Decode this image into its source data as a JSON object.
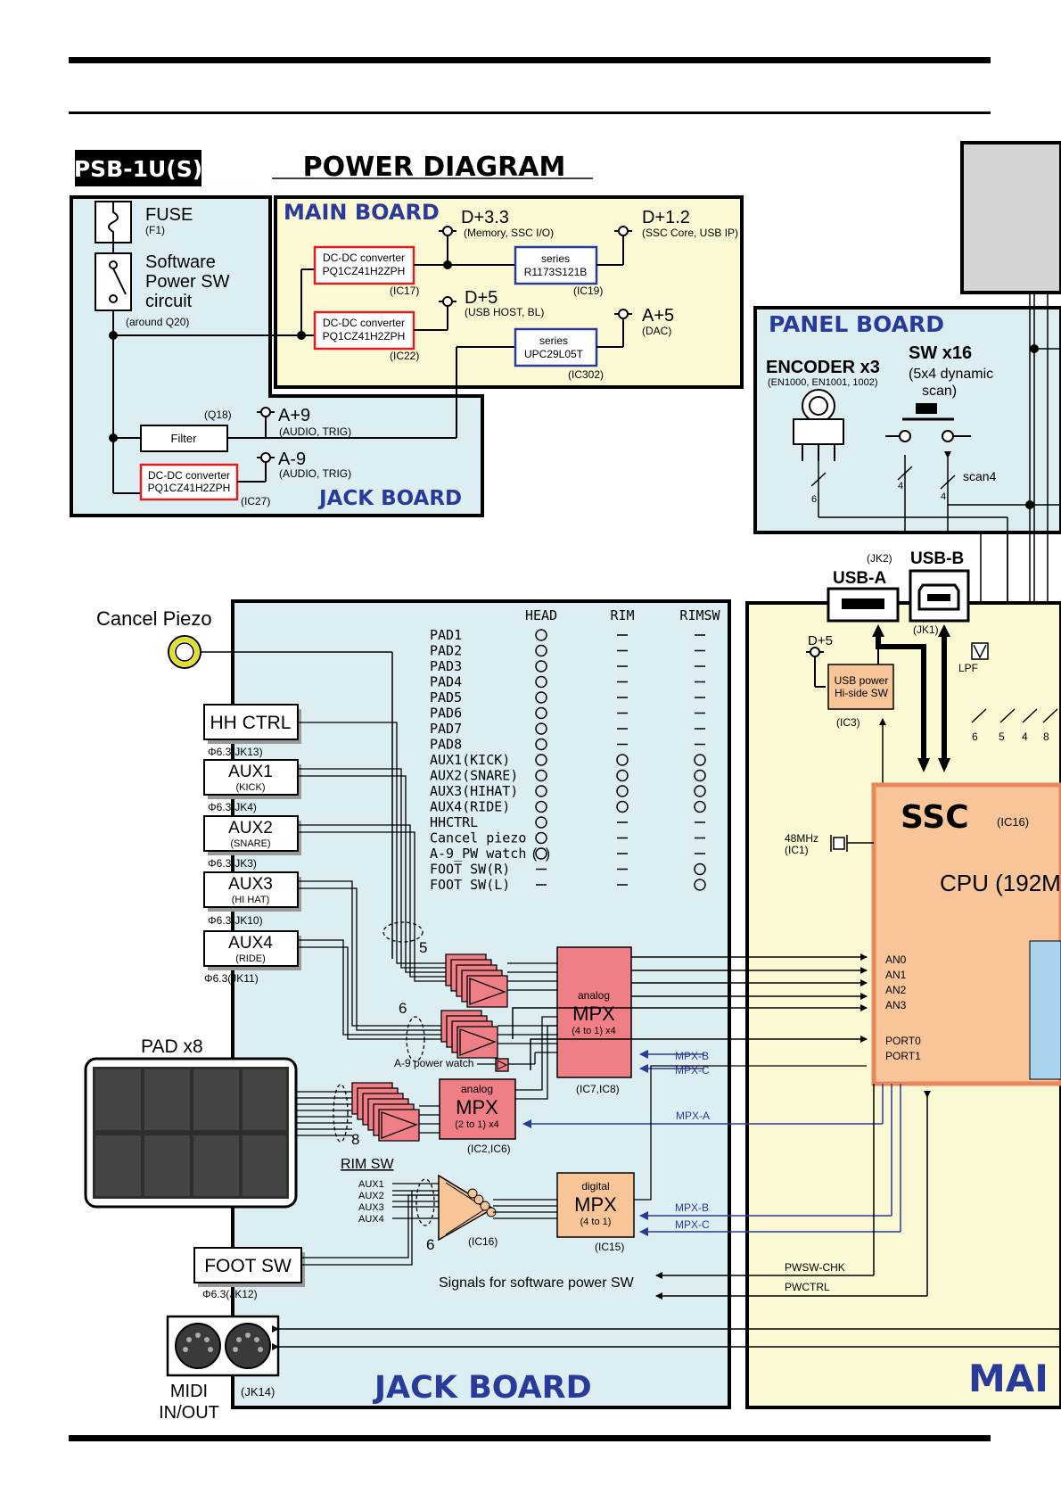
{
  "power_diagram": {
    "product": "PSB-1U(S)",
    "title": "POWER DIAGRAM",
    "psu": {
      "fuse": "FUSE",
      "fuse_ref": "(F1)",
      "sw_line1": "Software",
      "sw_line2": "Power SW",
      "sw_line3": "circuit",
      "sw_ref": "(around Q20)",
      "q18": "(Q18)",
      "filter": "Filter",
      "dcdc_line1": "DC-DC converter",
      "dcdc_line2": "PQ1CZ41H2ZPH",
      "dcdc_ref": "(IC27)",
      "a_plus9": "A+9",
      "a_plus9_note": "(AUDIO, TRIG)",
      "a_minus9": "A-9",
      "a_minus9_note": "(AUDIO, TRIG)",
      "jack_board": "JACK BOARD"
    },
    "main_board": {
      "title": "MAIN BOARD",
      "dcdc1_line1": "DC-DC converter",
      "dcdc1_line2": "PQ1CZ41H2ZPH",
      "dcdc1_ref": "(IC17)",
      "dcdc2_line1": "DC-DC converter",
      "dcdc2_line2": "PQ1CZ41H2ZPH",
      "dcdc2_ref": "(IC22)",
      "series1_line1": "series",
      "series1_line2": "R1173S121B",
      "series1_ref": "(IC19)",
      "series2_line1": "series",
      "series2_line2": "UPC29L05T",
      "series2_ref": "(IC302)",
      "d33": "D+3.3",
      "d33_note": "(Memory, SSC I/O)",
      "d12": "D+1.2",
      "d12_note": "(SSC Core, USB IP)",
      "d5": "D+5",
      "d5_note": "(USB HOST, BL)",
      "a5": "A+5",
      "a5_note": "(DAC)"
    }
  },
  "panel_board": {
    "title": "PANEL BOARD",
    "encoder": "ENCODER x3",
    "encoder_parts": "(EN1000, EN1001, 1002)",
    "sw": "SW x16",
    "sw_note1": "(5x4 dynamic",
    "sw_note2": "scan)",
    "scan4": "scan4",
    "bus_6": "6",
    "bus_4a": "4",
    "bus_4b": "4"
  },
  "usb": {
    "usb_a": "USB-A",
    "usb_b": "USB-B",
    "jk2": "(JK2)",
    "jk1": "(JK1)",
    "d5": "D+5",
    "power_line1": "USB power",
    "power_line2": "Hi-side SW",
    "power_ref": "(IC3)",
    "lpf": "LPF",
    "bus6": "6",
    "bus5": "5",
    "bus4": "4",
    "bus8": "8"
  },
  "ssc": {
    "name": "SSC",
    "ref": "(IC16)",
    "cpu": "CPU (192M",
    "xtal": "48MHz",
    "xtal_ref": "(IC1)",
    "pins": [
      "AN0",
      "AN1",
      "AN2",
      "AN3"
    ],
    "ports": [
      "PORT0",
      "PORT1"
    ],
    "pwsw_chk": "PWSW-CHK",
    "pwctrl": "PWCTRL",
    "main_label": "MAI"
  },
  "jack_board": {
    "title": "JACK BOARD",
    "cancel_piezo": "Cancel Piezo",
    "jacks": [
      {
        "label": "HH CTRL",
        "sub": "",
        "ref": "Φ6.3(JK13)"
      },
      {
        "label": "AUX1",
        "sub": "(KICK)",
        "ref": "Φ6.3(JK4)"
      },
      {
        "label": "AUX2",
        "sub": "(SNARE)",
        "ref": "Φ6.3(JK3)"
      },
      {
        "label": "AUX3",
        "sub": "(HI HAT)",
        "ref": "Φ6.3(JK10)"
      },
      {
        "label": "AUX4",
        "sub": "(RIDE)",
        "ref": "Φ6.3(JK11)"
      }
    ],
    "pad": "PAD x8",
    "foot_sw": "FOOT SW",
    "foot_sw_ref": "Φ6.3(JK12)",
    "midi_line1": "MIDI",
    "midi_line2": "IN/OUT",
    "midi_ref": "(JK14)",
    "table": {
      "headers": [
        "HEAD",
        "RIM",
        "RIMSW"
      ],
      "rows": [
        {
          "name": "PAD1",
          "head": "O",
          "rim": "—",
          "rimsw": "—"
        },
        {
          "name": "PAD2",
          "head": "O",
          "rim": "—",
          "rimsw": "—"
        },
        {
          "name": "PAD3",
          "head": "O",
          "rim": "—",
          "rimsw": "—"
        },
        {
          "name": "PAD4",
          "head": "O",
          "rim": "—",
          "rimsw": "—"
        },
        {
          "name": "PAD5",
          "head": "O",
          "rim": "—",
          "rimsw": "—"
        },
        {
          "name": "PAD6",
          "head": "O",
          "rim": "—",
          "rimsw": "—"
        },
        {
          "name": "PAD7",
          "head": "O",
          "rim": "—",
          "rimsw": "—"
        },
        {
          "name": "PAD8",
          "head": "O",
          "rim": "—",
          "rimsw": "—"
        },
        {
          "name": "AUX1(KICK)",
          "head": "O",
          "rim": "O",
          "rimsw": "O"
        },
        {
          "name": "AUX2(SNARE)",
          "head": "O",
          "rim": "O",
          "rimsw": "O"
        },
        {
          "name": "AUX3(HIHAT)",
          "head": "O",
          "rim": "O",
          "rimsw": "O"
        },
        {
          "name": "AUX4(RIDE)",
          "head": "O",
          "rim": "O",
          "rimsw": "O"
        },
        {
          "name": "HHCTRL",
          "head": "O",
          "rim": "—",
          "rimsw": "—"
        },
        {
          "name": "Cancel piezo",
          "head": "O",
          "rim": "—",
          "rimsw": "—"
        },
        {
          "name": "A-9_PW watch",
          "head": "(O)",
          "rim": "—",
          "rimsw": "—"
        },
        {
          "name": "FOOT SW(R)",
          "head": "—",
          "rim": "—",
          "rimsw": "O"
        },
        {
          "name": "FOOT SW(L)",
          "head": "—",
          "rim": "—",
          "rimsw": "O"
        }
      ]
    },
    "mpx1": {
      "kind": "analog",
      "name": "MPX",
      "ratio": "(4 to 1) x4",
      "ref": "(IC7,IC8)"
    },
    "mpx2": {
      "kind": "analog",
      "name": "MPX",
      "ratio": "(2 to 1) x4",
      "ref": "(IC2,IC6)"
    },
    "mpx3": {
      "kind": "digital",
      "name": "MPX",
      "ratio": "(4 to 1)",
      "ref": "(IC15)"
    },
    "bus5": "5",
    "bus6": "6",
    "bus8": "8",
    "bus6b": "6",
    "a9_watch": "A-9 power watch",
    "mpx_b": "MPX-B",
    "mpx_c": "MPX-C",
    "mpx_a": "MPX-A",
    "rim_sw": "RIM SW",
    "rim_aux": [
      "AUX1",
      "AUX2",
      "AUX3",
      "AUX4"
    ],
    "ic16": "(IC16)",
    "signals": "Signals for software power SW"
  },
  "colors": {
    "light_blue": "#dceef2",
    "light_yellow": "#fbf9d4",
    "red_box": "#e02020",
    "blue_box": "#2a3a9a",
    "title_blue": "#2a3a9a",
    "mpx_red": "#ef7e87",
    "ssc_orange": "#f7c598",
    "gray": "#d4d4d4"
  }
}
